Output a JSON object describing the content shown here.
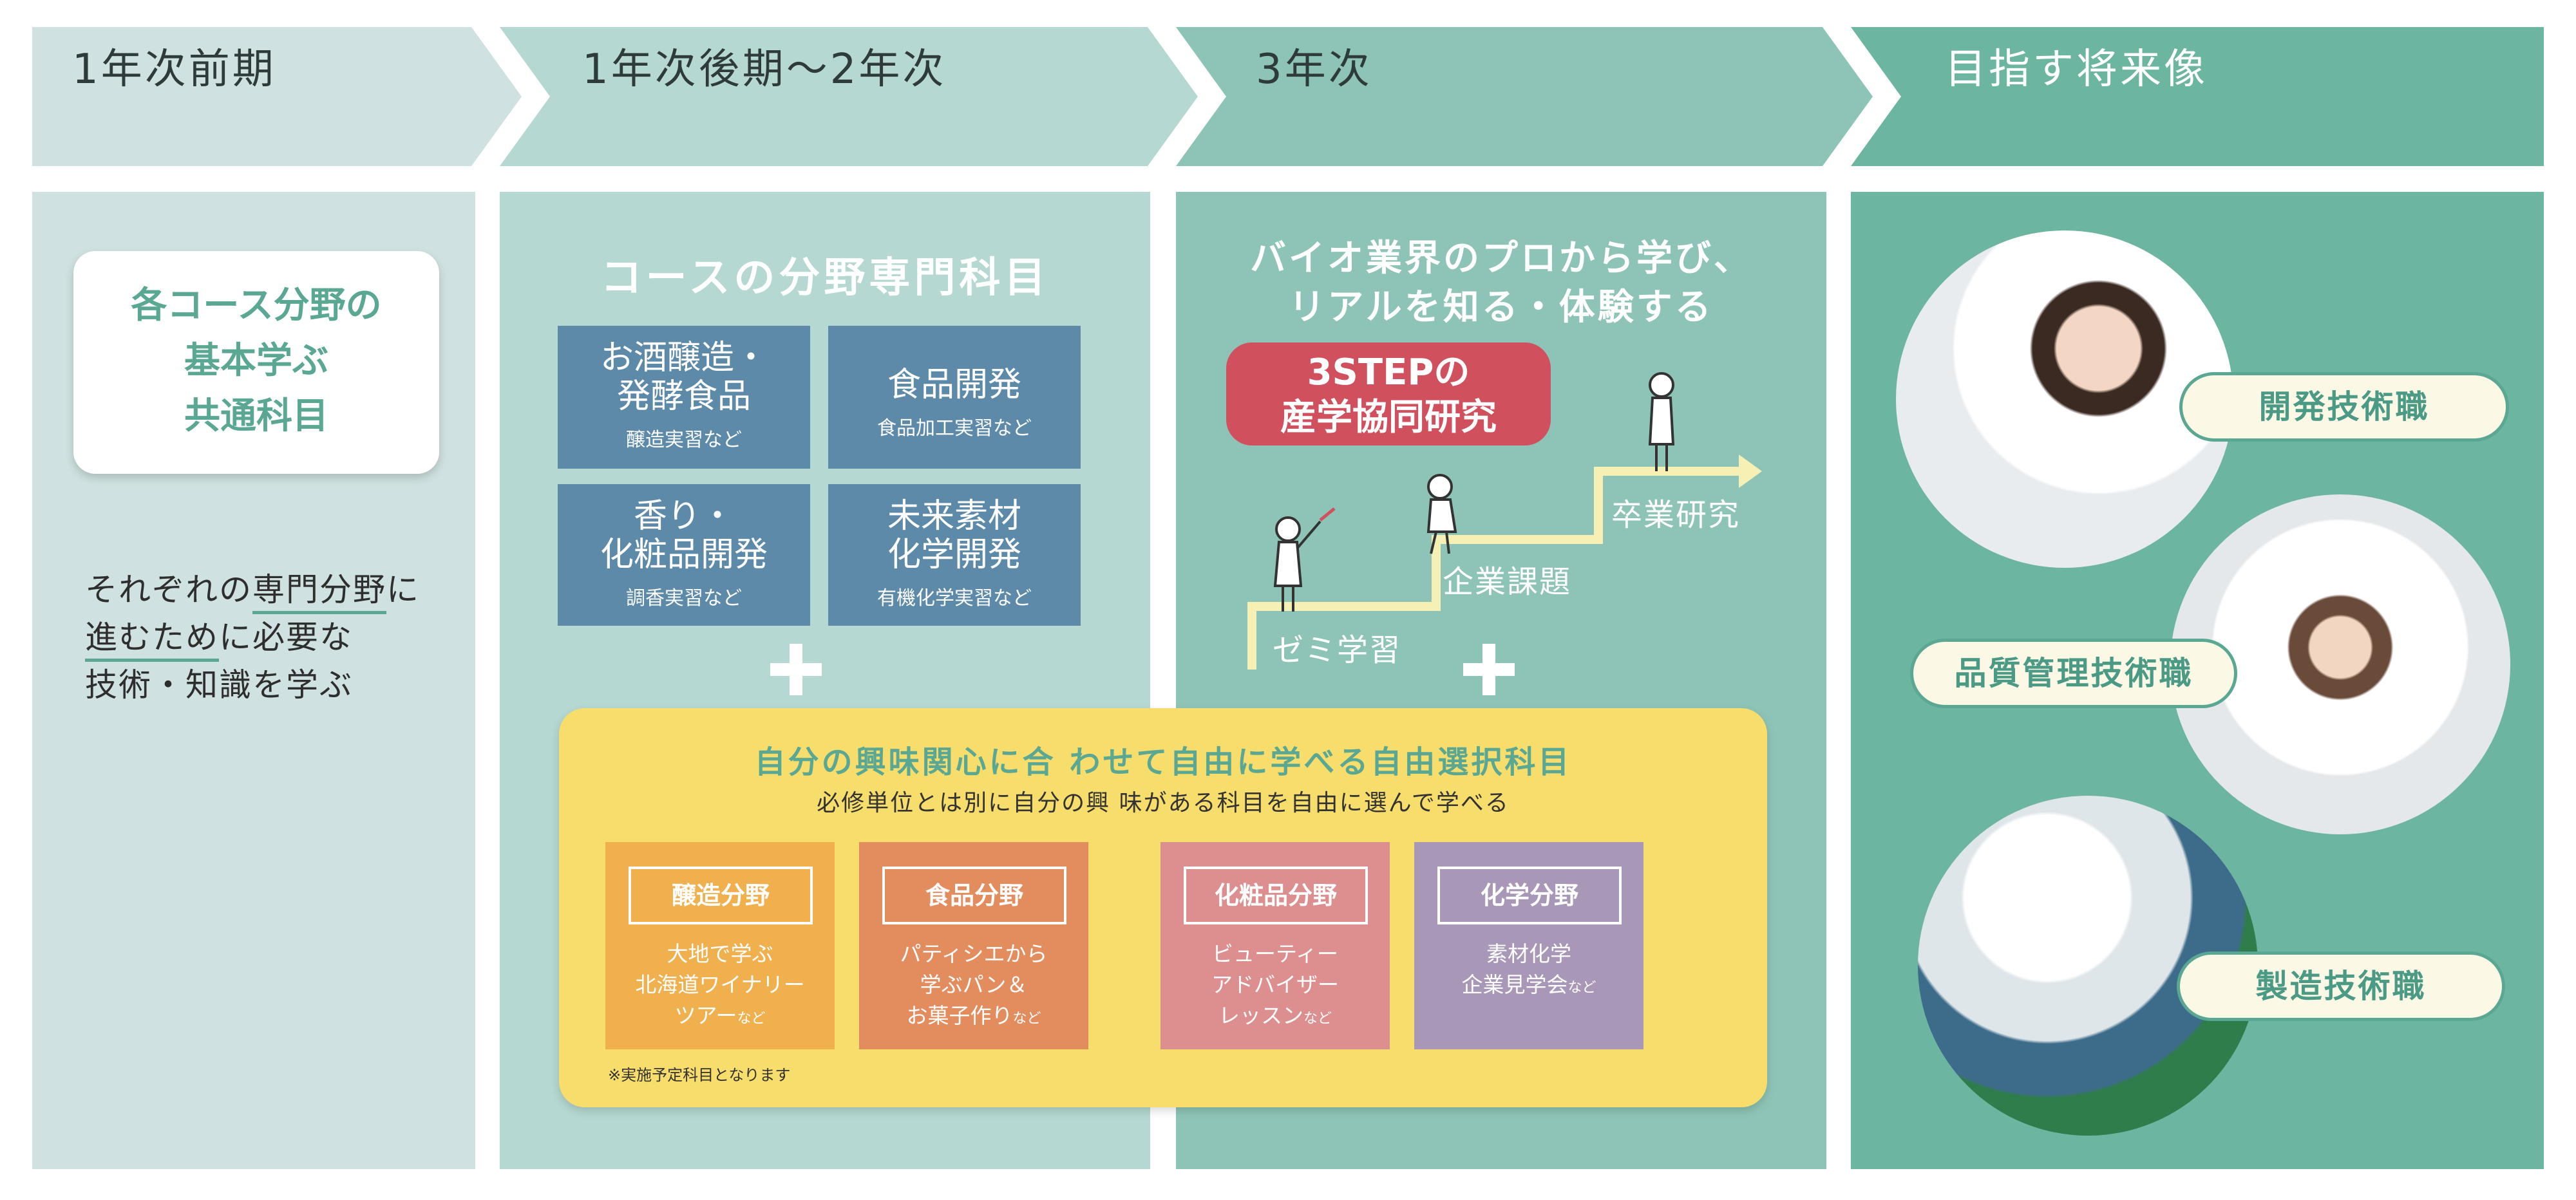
{
  "stages": [
    {
      "label": "1年次前期",
      "color": "#cfe2e1"
    },
    {
      "label": "1年次後期～2年次",
      "color": "#b6d8d2"
    },
    {
      "label": "3年次",
      "color": "#8ec4b7"
    },
    {
      "label": "目指す将来像",
      "color": "#6cb5a1"
    }
  ],
  "col1": {
    "box_lines": [
      "各コース分野の",
      "基本学ぶ",
      "共通科目"
    ],
    "desc": {
      "line1_a": "それぞれの",
      "line1_b": "専門分野",
      "line1_c": "に",
      "line2_a": "進むため",
      "line2_b": "に必要な",
      "line3": "技術・知識を学ぶ"
    }
  },
  "col2": {
    "title": "コースの分野専門科目",
    "subjects": [
      {
        "title": "お酒醸造・\n発酵食品",
        "sub": "醸造実習など"
      },
      {
        "title": "食品開発",
        "sub": "食品加工実習など"
      },
      {
        "title": "香り・\n化粧品開発",
        "sub": "調香実習など"
      },
      {
        "title": "未来素材\n化学開発",
        "sub": "有機化学実習など"
      }
    ]
  },
  "col3": {
    "title_l1": "バイオ業界のプロから学び、",
    "title_l2": "リアルを知る・体験する",
    "badge_l1": "3STEPの",
    "badge_l2": "産学協同研究",
    "steps": [
      "ゼミ学習",
      "企業課題",
      "卒業研究"
    ],
    "badge_color": "#d0505e",
    "stair_color": "#f6f0b4"
  },
  "elective": {
    "title": "自分の興味関心に合 わせて自由に学べる自由選択科目",
    "subtitle": "必修単位とは別に自分の興 味がある科目を自由に選んで学べる",
    "note": "※実施予定科目となります",
    "fields": [
      {
        "label": "醸造分野",
        "desc": "大地で学ぶ\n北海道ワイナリー\nツアー",
        "suffix": "など",
        "color": "#f0b04e"
      },
      {
        "label": "食品分野",
        "desc": "パティシエから\n学ぶパン＆\nお菓子作り",
        "suffix": "など",
        "color": "#e38d5f"
      },
      {
        "label": "化粧品分野",
        "desc": "ビューティー\nアドバイザー\nレッスン",
        "suffix": "など",
        "color": "#dd8f8f"
      },
      {
        "label": "化学分野",
        "desc": "素材化学\n企業見学会",
        "suffix": "など",
        "color": "#a897b7"
      }
    ]
  },
  "careers": [
    "開発技術職",
    "品質管理技術職",
    "製造技術職"
  ]
}
